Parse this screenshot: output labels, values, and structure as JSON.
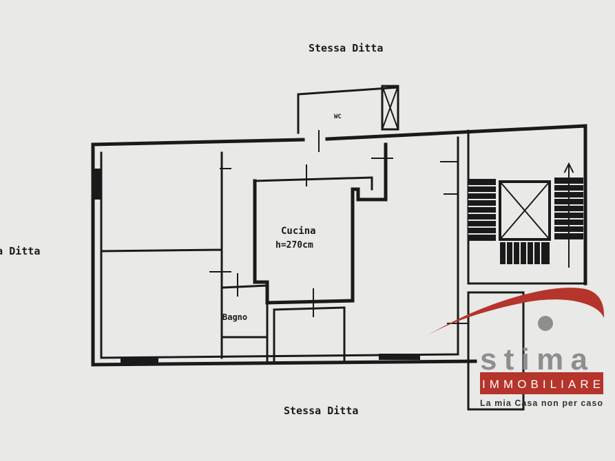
{
  "plan": {
    "neighbor_top": "Stessa Ditta",
    "neighbor_left": "Stessa Ditta",
    "neighbor_bottom": "Stessa Ditta",
    "rooms": {
      "wc": "WC",
      "kitchen": "Cucina",
      "kitchen_height": "h=270cm",
      "bathroom": "Bagno"
    }
  },
  "watermark": {
    "brand": "stima",
    "subtitle": "IMMOBILIARE",
    "tagline": "La mia Casa non per caso",
    "colors": {
      "red": "#b5342b",
      "gray": "#8e8e8e"
    }
  }
}
